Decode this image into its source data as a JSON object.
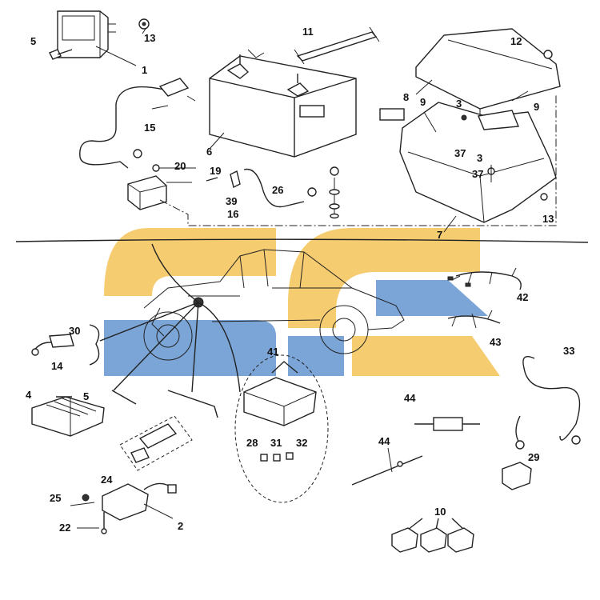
{
  "callouts": [
    {
      "id": "c1",
      "text": "1"
    },
    {
      "id": "c5a",
      "text": "5"
    },
    {
      "id": "c13a",
      "text": "13"
    },
    {
      "id": "c11",
      "text": "11"
    },
    {
      "id": "c12",
      "text": "12"
    },
    {
      "id": "c8",
      "text": "8"
    },
    {
      "id": "c9a",
      "text": "9"
    },
    {
      "id": "c3a",
      "text": "3"
    },
    {
      "id": "c9b",
      "text": "9"
    },
    {
      "id": "c37a",
      "text": "37"
    },
    {
      "id": "c3b",
      "text": "3"
    },
    {
      "id": "c37b",
      "text": "37"
    },
    {
      "id": "c13b",
      "text": "13"
    },
    {
      "id": "c7",
      "text": "7"
    },
    {
      "id": "c15",
      "text": "15"
    },
    {
      "id": "c6",
      "text": "6"
    },
    {
      "id": "c20",
      "text": "20"
    },
    {
      "id": "c19",
      "text": "19"
    },
    {
      "id": "c39",
      "text": "39"
    },
    {
      "id": "c26",
      "text": "26"
    },
    {
      "id": "c16",
      "text": "16"
    },
    {
      "id": "c42",
      "text": "42"
    },
    {
      "id": "c43",
      "text": "43"
    },
    {
      "id": "c30",
      "text": "30"
    },
    {
      "id": "c14",
      "text": "14"
    },
    {
      "id": "c41",
      "text": "41"
    },
    {
      "id": "c33",
      "text": "33"
    },
    {
      "id": "c4",
      "text": "4"
    },
    {
      "id": "c5b",
      "text": "5"
    },
    {
      "id": "c44a",
      "text": "44"
    },
    {
      "id": "c28",
      "text": "28"
    },
    {
      "id": "c31",
      "text": "31"
    },
    {
      "id": "c32",
      "text": "32"
    },
    {
      "id": "c44b",
      "text": "44"
    },
    {
      "id": "c24",
      "text": "24"
    },
    {
      "id": "c29",
      "text": "29"
    },
    {
      "id": "c25",
      "text": "25"
    },
    {
      "id": "c2",
      "text": "2"
    },
    {
      "id": "c22",
      "text": "22"
    },
    {
      "id": "c10",
      "text": "10"
    }
  ],
  "watermark": {
    "yellow": "#f5c662",
    "blue": "#6d9ad3"
  }
}
